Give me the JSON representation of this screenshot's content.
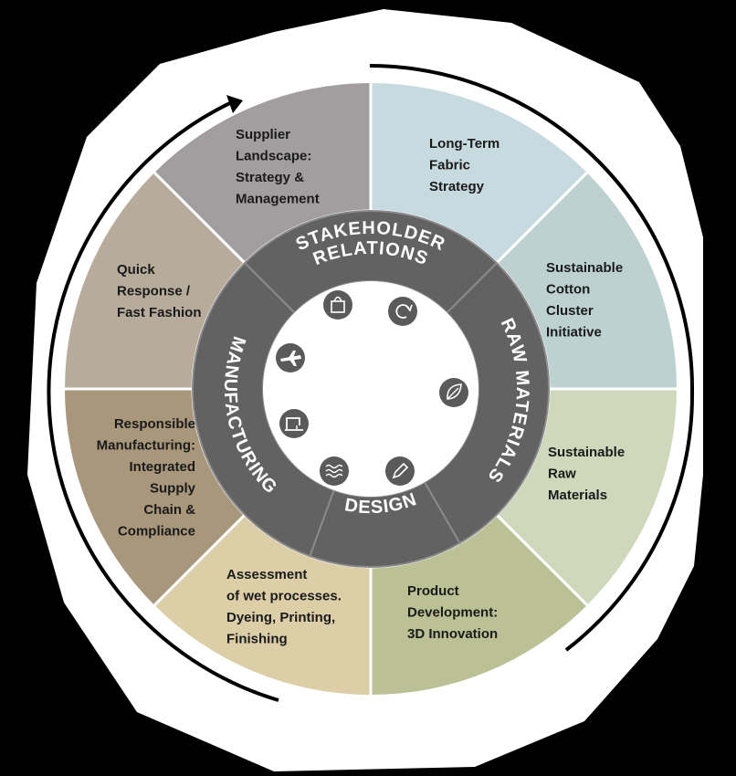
{
  "colors": {
    "background": "#000000",
    "paper": "#ffffff",
    "inner_ring": "#626262",
    "ring_divider": "#8a8a8a",
    "icon_fill": "#5a5a5a",
    "arrow": "#000000"
  },
  "outer_segments": [
    {
      "id": "supplier-landscape",
      "lines": [
        "Supplier",
        "Landscape:",
        "Strategy &",
        "Management"
      ],
      "color": "#a29e9f"
    },
    {
      "id": "long-term-fabric",
      "lines": [
        "Long-Term",
        "Fabric",
        "Strategy"
      ],
      "color": "#c7dadf"
    },
    {
      "id": "sustainable-cotton",
      "lines": [
        "Sustainable",
        "Cotton",
        "Cluster",
        "Initiative"
      ],
      "color": "#bdd1d0"
    },
    {
      "id": "sustainable-raw",
      "lines": [
        "Sustainable",
        "Raw",
        "Materials"
      ],
      "color": "#cfd8bb"
    },
    {
      "id": "product-development",
      "lines": [
        "Product",
        "Development:",
        "3D Innovation"
      ],
      "color": "#bbc194"
    },
    {
      "id": "assessment-wet",
      "lines": [
        "Assessment",
        "of wet processes.",
        "Dyeing, Printing,",
        "Finishing"
      ],
      "color": "#dccfa8"
    },
    {
      "id": "responsible-manufacturing",
      "lines": [
        "Responsible",
        "Manufacturing:",
        "Integrated",
        "Supply",
        "Chain &",
        "Compliance"
      ],
      "color": "#a8977b"
    },
    {
      "id": "quick-response",
      "lines": [
        "Quick",
        "Response /",
        "Fast Fashion"
      ],
      "color": "#b7ac9c"
    }
  ],
  "inner_sections": [
    {
      "id": "stakeholder-relations",
      "lines": [
        "STAKEHOLDER",
        "RELATIONS"
      ]
    },
    {
      "id": "raw-materials",
      "lines": [
        "RAW MATERIALS"
      ]
    },
    {
      "id": "design",
      "lines": [
        "DESIGN"
      ]
    },
    {
      "id": "manufacturing",
      "lines": [
        "MANUFACTURING"
      ]
    }
  ],
  "icons": [
    {
      "name": "shopping-bag-icon"
    },
    {
      "name": "recycle-icon"
    },
    {
      "name": "leaf-icon"
    },
    {
      "name": "pencil-icon"
    },
    {
      "name": "fabric-icon"
    },
    {
      "name": "sewing-machine-icon"
    },
    {
      "name": "airplane-icon"
    }
  ]
}
